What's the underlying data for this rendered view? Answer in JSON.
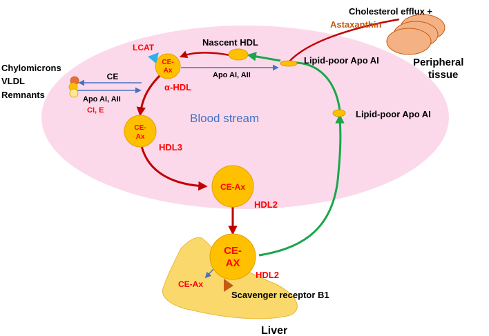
{
  "diagram": {
    "cholesterol_efflux": "Cholesterol efflux +",
    "astaxanthin": "Astaxanthin",
    "peripheral_tissue_line1": "Peripheral",
    "peripheral_tissue_line2": "tissue",
    "lipid_poor_apo_top": "Lipid-poor Apo AI",
    "lipid_poor_apo_right": "Lipid-poor Apo AI",
    "nascent_hdl": "Nascent HDL",
    "lcat": "LCAT",
    "apo_ai_aii_center": "Apo AI, AII",
    "alpha_hdl": "α-HDL",
    "ce_ax_alpha_line1": "CE-",
    "ce_ax_alpha_line2": "Ax",
    "chylomicrons": "Chylomicrons",
    "vldl": "VLDL",
    "remnants": "Remnants",
    "ce_label": "CE",
    "apo_ai_aii_left": "Apo AI, AII",
    "ci_e": "CI, E",
    "blood_stream": "Blood stream",
    "hdl3_inner_line1": "CE-",
    "hdl3_inner_line2": "Ax",
    "hdl3": "HDL3",
    "hdl2_upper_inner": "CE-Ax",
    "hdl2_upper": "HDL2",
    "hdl2_lower_inner_line1": "CE-",
    "hdl2_lower_inner_line2": "AX",
    "hdl2_lower": "HDL2",
    "liver_ce_ax": "CE-Ax",
    "scavenger_receptor": "Scavenger receptor B1",
    "liver": "Liver"
  },
  "colors": {
    "blood_stream_fill": "#fbd9ea",
    "particle_fill": "#ffc000",
    "particle_stroke": "#e0a000",
    "red_arrow": "#c00000",
    "green_arrow": "#1aa64b",
    "blue_arrow": "#4472c4",
    "label_red": "#ff0000",
    "astaxanthin": "#c55a11",
    "blood_stream_text": "#4472c4",
    "liver_fill": "#fad86b",
    "tissue_fill": "#f4b183",
    "lcat_marker": "#2eb0e8",
    "receptor_marker": "#c55a11"
  }
}
